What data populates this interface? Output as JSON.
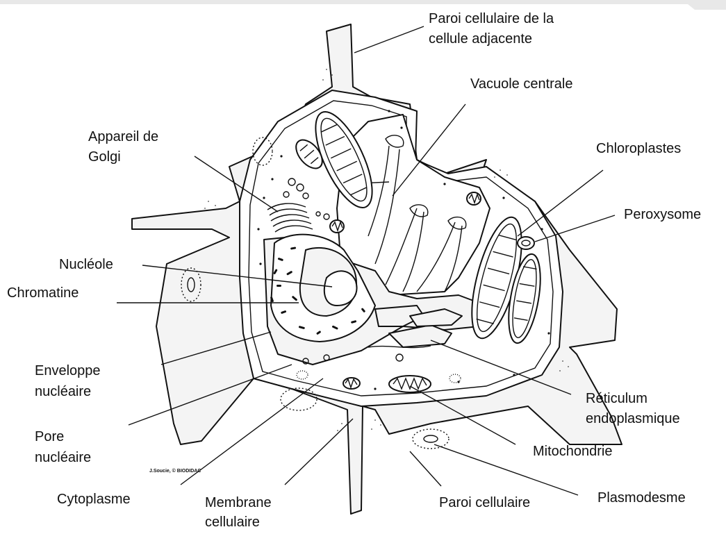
{
  "diagram": {
    "credit": "J.Soucie, © BIODIDAC",
    "labels": {
      "paroi_adjacente_1": "Paroi cellulaire de la",
      "paroi_adjacente_2": "cellule adjacente",
      "vacuole": "Vacuole centrale",
      "golgi_1": "Appareil de",
      "golgi_2": "Golgi",
      "chloroplastes": "Chloroplastes",
      "peroxysome": "Peroxysome",
      "nucleole": "Nucléole",
      "chromatine": "Chromatine",
      "enveloppe_1": "Enveloppe",
      "enveloppe_2": "nucléaire",
      "reticulum_1": "Réticulum",
      "reticulum_2": "endoplasmique",
      "pore_1": "Pore",
      "pore_2": "nucléaire",
      "mitochondrie": "Mitochondrie",
      "cytoplasme": "Cytoplasme",
      "membrane_1": "Membrane",
      "membrane_2": "cellulaire",
      "paroi": "Paroi cellulaire",
      "plasmodesme": "Plasmodesme"
    }
  }
}
